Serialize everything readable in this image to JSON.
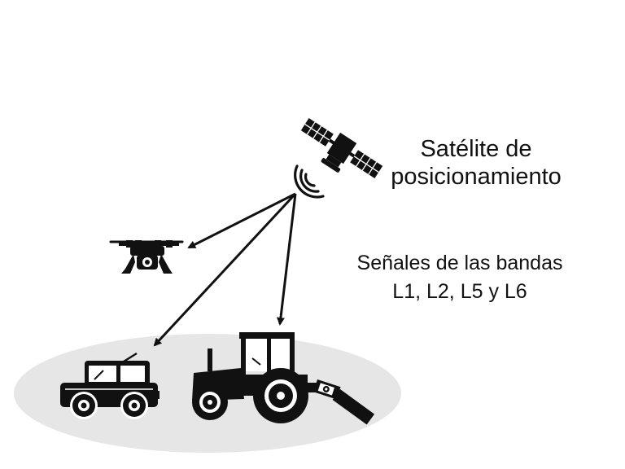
{
  "satellite_label": {
    "line1": "Satélite de",
    "line2": "posicionamiento"
  },
  "signal_label": {
    "line1": "Señales de las bandas",
    "line2": "L1, L2, L5 y L6"
  },
  "icons": [
    "satellite-icon",
    "signal-waves-icon",
    "drone-icon",
    "car-icon",
    "tractor-icon"
  ],
  "colors": {
    "ink": "#111111",
    "ground": "#e6e6e6",
    "background": "#ffffff"
  }
}
